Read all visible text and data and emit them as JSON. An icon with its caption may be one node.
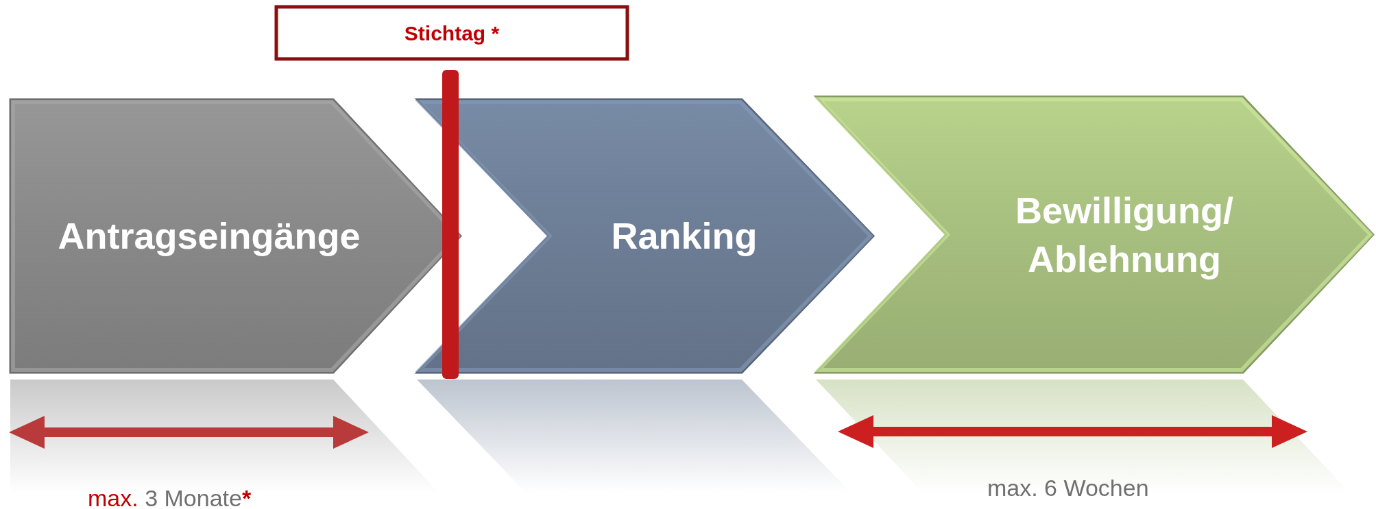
{
  "diagram": {
    "nodes": [
      {
        "text": [
          "Stichtag *"
        ]
      },
      {
        "text": [],
        "shape": "bar"
      },
      {
        "text": [
          "Antragseingänge"
        ]
      },
      {
        "text": [
          "Ranking"
        ]
      },
      {
        "text": [
          "Bewilligung/ Ablehnung"
        ]
      }
    ],
    "labels": [
      "max. 3 Monate*",
      "max. 6 Wochen"
    ]
  }
}
